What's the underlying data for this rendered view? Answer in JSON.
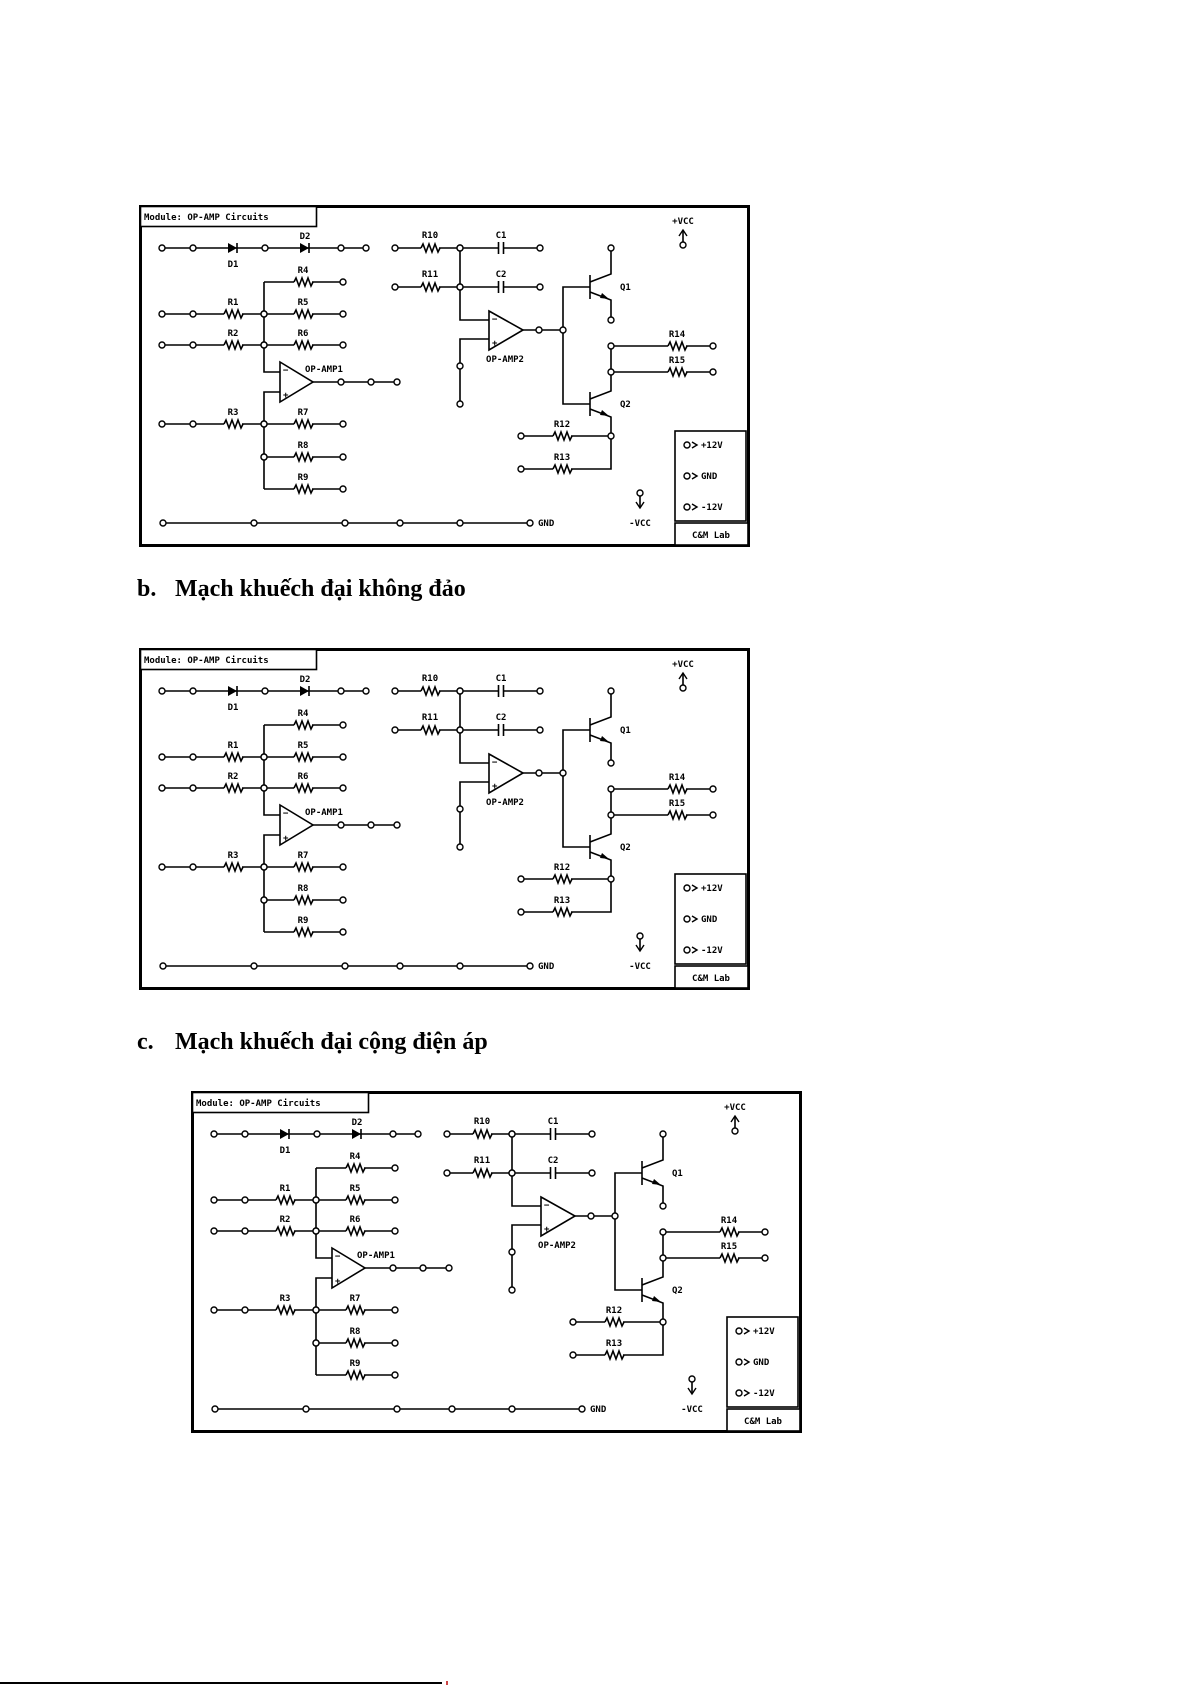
{
  "headings": [
    {
      "marker": "b.",
      "text": "Mạch khuếch đại không đảo"
    },
    {
      "marker": "c.",
      "text": "Mạch khuếch đại cộng điện áp"
    }
  ],
  "circuit": {
    "module_title": "Module: OP-AMP Circuits",
    "D1": "D1",
    "D2": "D2",
    "R1": "R1",
    "R2": "R2",
    "R3": "R3",
    "R4": "R4",
    "R5": "R5",
    "R6": "R6",
    "R7": "R7",
    "R8": "R8",
    "R9": "R9",
    "R10": "R10",
    "R11": "R11",
    "R12": "R12",
    "R13": "R13",
    "R14": "R14",
    "R15": "R15",
    "C1": "C1",
    "C2": "C2",
    "Q1": "Q1",
    "Q2": "Q2",
    "OPAMP1": "OP-AMP1",
    "OPAMP2": "OP-AMP2",
    "VCC_POS": "+VCC",
    "VCC_NEG": "-VCC",
    "GND": "GND",
    "power_pos": "+12V",
    "power_gnd": "GND",
    "power_neg": "-12V",
    "lab": "C&M Lab"
  }
}
